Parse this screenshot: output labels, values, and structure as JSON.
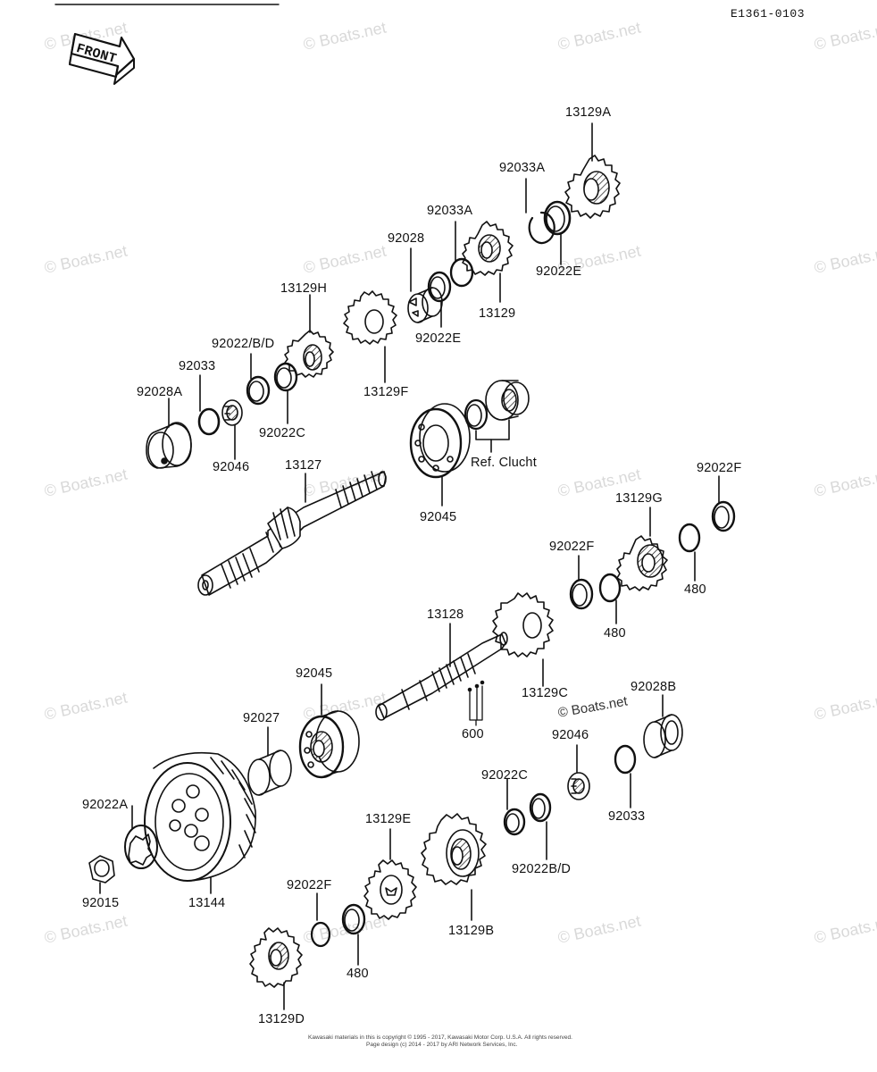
{
  "diagram": {
    "code": "E1361-0103",
    "front_label": "FRONT",
    "watermark": "© Boats.net",
    "copyright_line1": "Kawasaki materials in this is copyright © 1995 - 2017, Kawasaki Motor Corp. U.S.A. All rights reserved.",
    "copyright_line2": "Page design (c) 2014 - 2017 by ARI Network Services, Inc.",
    "parts": [
      {
        "id": "p_13129A",
        "label": "13129A"
      },
      {
        "id": "p_92033A_1",
        "label": "92033A"
      },
      {
        "id": "p_92033A_2",
        "label": "92033A"
      },
      {
        "id": "p_92028",
        "label": "92028"
      },
      {
        "id": "p_92022E_1",
        "label": "92022E"
      },
      {
        "id": "p_13129",
        "label": "13129"
      },
      {
        "id": "p_92022E_2",
        "label": "92022E"
      },
      {
        "id": "p_13129H",
        "label": "13129H"
      },
      {
        "id": "p_92022BD_1",
        "label": "92022/B/D"
      },
      {
        "id": "p_92033",
        "label": "92033"
      },
      {
        "id": "p_92028A",
        "label": "92028A"
      },
      {
        "id": "p_13129F",
        "label": "13129F"
      },
      {
        "id": "p_92022C_1",
        "label": "92022C"
      },
      {
        "id": "p_92046_1",
        "label": "92046"
      },
      {
        "id": "p_13127",
        "label": "13127"
      },
      {
        "id": "p_refclutch",
        "label": "Ref. Clucht"
      },
      {
        "id": "p_92045_1",
        "label": "92045"
      },
      {
        "id": "p_92022F_1",
        "label": "92022F"
      },
      {
        "id": "p_13129G",
        "label": "13129G"
      },
      {
        "id": "p_92022F_2",
        "label": "92022F"
      },
      {
        "id": "p_480_1",
        "label": "480"
      },
      {
        "id": "p_480_2",
        "label": "480"
      },
      {
        "id": "p_13128",
        "label": "13128"
      },
      {
        "id": "p_13129C",
        "label": "13129C"
      },
      {
        "id": "p_92028B",
        "label": "92028B"
      },
      {
        "id": "p_600",
        "label": "600"
      },
      {
        "id": "p_92045_2",
        "label": "92045"
      },
      {
        "id": "p_92027",
        "label": "92027"
      },
      {
        "id": "p_92046_2",
        "label": "92046"
      },
      {
        "id": "p_92033_2",
        "label": "92033"
      },
      {
        "id": "p_92022C_2",
        "label": "92022C"
      },
      {
        "id": "p_92022A",
        "label": "92022A"
      },
      {
        "id": "p_13129E",
        "label": "13129E"
      },
      {
        "id": "p_92022BD_2",
        "label": "92022B/D"
      },
      {
        "id": "p_92015",
        "label": "92015"
      },
      {
        "id": "p_13144",
        "label": "13144"
      },
      {
        "id": "p_92022F_3",
        "label": "92022F"
      },
      {
        "id": "p_13129B",
        "label": "13129B"
      },
      {
        "id": "p_480_3",
        "label": "480"
      },
      {
        "id": "p_13129D",
        "label": "13129D"
      }
    ]
  }
}
